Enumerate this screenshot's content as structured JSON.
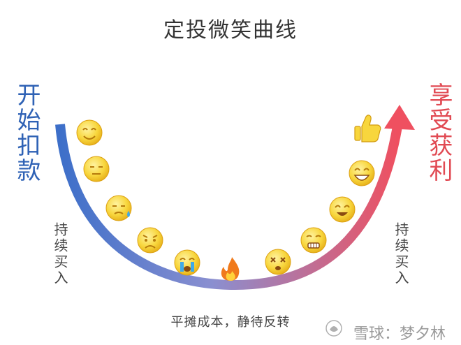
{
  "title": "定投微笑曲线",
  "left_label": "开始扣款",
  "right_label": "享受获利",
  "buy_left": "持续买入",
  "buy_right": "持续买入",
  "bottom_text": "平摊成本，静待反转",
  "watermark": "雪球：梦夕林",
  "colors": {
    "curve_left": "#3d6fc9",
    "curve_right": "#ef5060",
    "emoji_fill": "#f8d63d",
    "emoji_edge": "#e0a813"
  },
  "icons": [
    "happy-face-icon",
    "calm-face-icon",
    "sweat-face-icon",
    "worried-face-icon",
    "crying-face-icon",
    "fire-icon",
    "dizzy-face-icon",
    "grimace-face-icon",
    "smile-face-icon",
    "grin-face-icon",
    "thumbs-up-icon"
  ]
}
